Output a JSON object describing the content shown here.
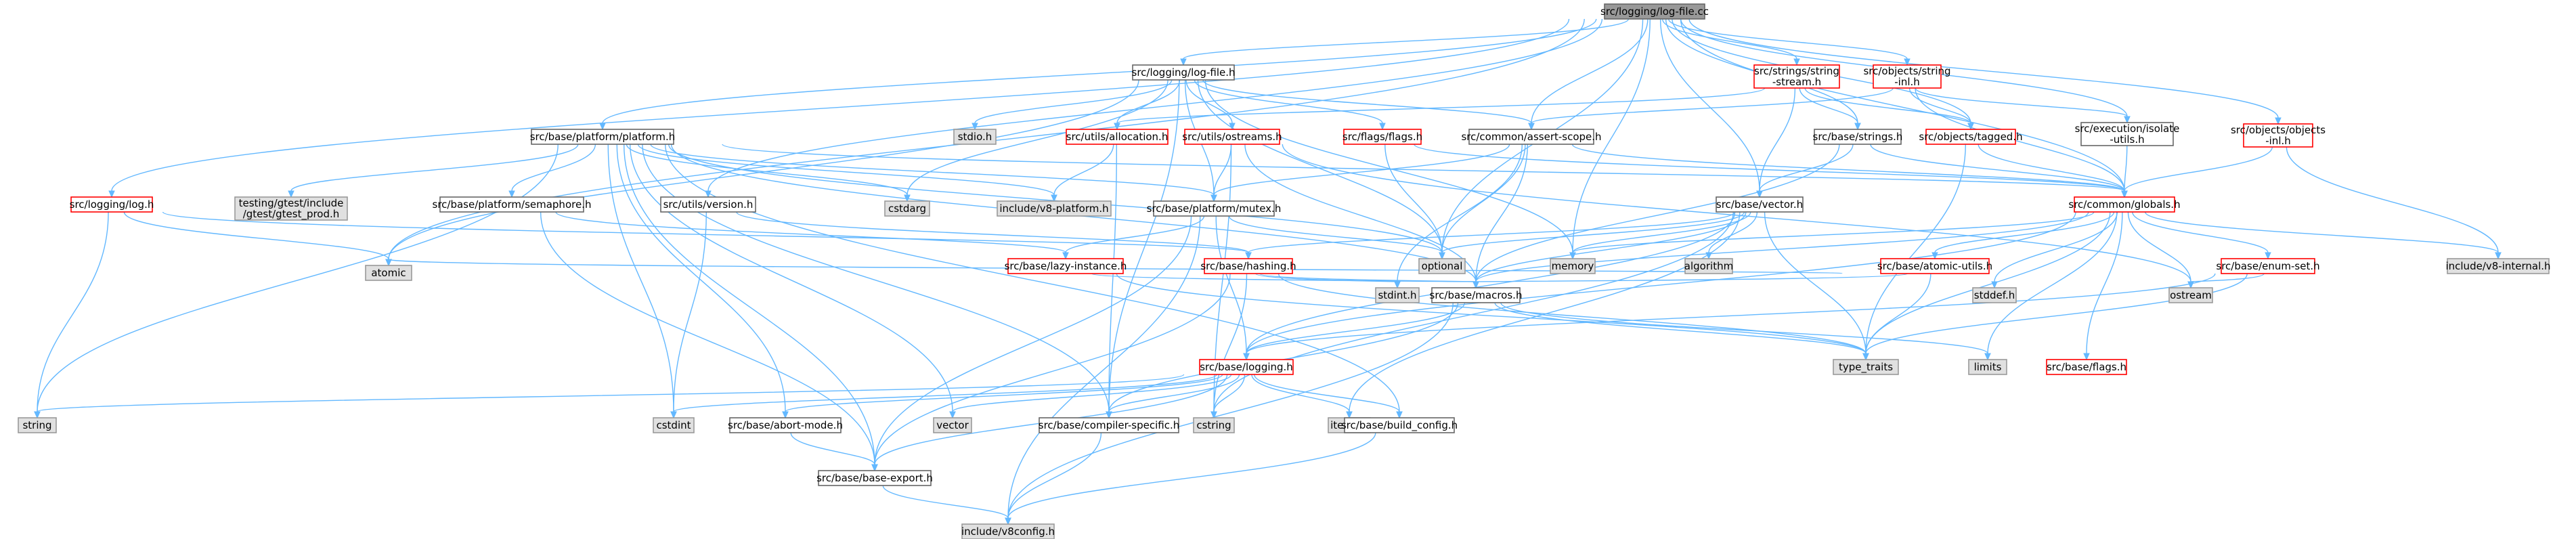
{
  "graph": {
    "kind": "include dependency graph",
    "colors": {
      "root_fill": "#999999",
      "root_border": "#666666",
      "node_fill": "#ffffff",
      "node_border": "#666666",
      "red_border": "#ff0000",
      "system_fill": "#e0e0e0",
      "system_border": "#999999",
      "edge": "#63b8ff"
    },
    "nodes": [
      {
        "id": "root",
        "lines": [
          "src/logging/log-file.cc"
        ],
        "style": "root"
      },
      {
        "id": "logfile_h",
        "lines": [
          "src/logging/log-file.h"
        ],
        "style": "normal"
      },
      {
        "id": "string_stream",
        "lines": [
          "src/strings/string",
          "-stream.h"
        ],
        "style": "red"
      },
      {
        "id": "objects_string_inl",
        "lines": [
          "src/objects/string",
          "-inl.h"
        ],
        "style": "red"
      },
      {
        "id": "objects_inl",
        "lines": [
          "src/objects/objects",
          "-inl.h"
        ],
        "style": "red"
      },
      {
        "id": "platform_h",
        "lines": [
          "src/base/platform/platform.h"
        ],
        "style": "normal"
      },
      {
        "id": "logging_log",
        "lines": [
          "src/logging/log.h"
        ],
        "style": "red"
      },
      {
        "id": "gtest_prod",
        "lines": [
          "testing/gtest/include",
          "/gtest/gtest_prod.h"
        ],
        "style": "system"
      },
      {
        "id": "semaphore",
        "lines": [
          "src/base/platform/semaphore.h"
        ],
        "style": "normal"
      },
      {
        "id": "utils_version",
        "lines": [
          "src/utils/version.h"
        ],
        "style": "normal"
      },
      {
        "id": "stdio",
        "lines": [
          "stdio.h"
        ],
        "style": "system"
      },
      {
        "id": "cstdarg",
        "lines": [
          "cstdarg"
        ],
        "style": "system"
      },
      {
        "id": "utils_allocation",
        "lines": [
          "src/utils/allocation.h"
        ],
        "style": "red"
      },
      {
        "id": "utils_ostreams",
        "lines": [
          "src/utils/ostreams.h"
        ],
        "style": "red"
      },
      {
        "id": "flags_flags",
        "lines": [
          "src/flags/flags.h"
        ],
        "style": "red"
      },
      {
        "id": "assert_scope",
        "lines": [
          "src/common/assert-scope.h"
        ],
        "style": "normal"
      },
      {
        "id": "base_strings",
        "lines": [
          "src/base/strings.h"
        ],
        "style": "normal"
      },
      {
        "id": "objects_tagged",
        "lines": [
          "src/objects/tagged.h"
        ],
        "style": "red"
      },
      {
        "id": "execution_isolate_utils",
        "lines": [
          "src/execution/isolate",
          "-utils.h"
        ],
        "style": "normal"
      },
      {
        "id": "v8_platform",
        "lines": [
          "include/v8-platform.h"
        ],
        "style": "system"
      },
      {
        "id": "platform_mutex",
        "lines": [
          "src/base/platform/mutex.h"
        ],
        "style": "normal"
      },
      {
        "id": "base_vector",
        "lines": [
          "src/base/vector.h"
        ],
        "style": "normal"
      },
      {
        "id": "common_globals",
        "lines": [
          "src/common/globals.h"
        ],
        "style": "red"
      },
      {
        "id": "algorithm",
        "lines": [
          "algorithm"
        ],
        "style": "system"
      },
      {
        "id": "optional",
        "lines": [
          "optional"
        ],
        "style": "system"
      },
      {
        "id": "memory",
        "lines": [
          "memory"
        ],
        "style": "system"
      },
      {
        "id": "lazy_instance",
        "lines": [
          "src/base/lazy-instance.h"
        ],
        "style": "red"
      },
      {
        "id": "base_hashing",
        "lines": [
          "src/base/hashing.h"
        ],
        "style": "red"
      },
      {
        "id": "atomic_utils",
        "lines": [
          "src/base/atomic-utils.h"
        ],
        "style": "red"
      },
      {
        "id": "enum_set",
        "lines": [
          "src/base/enum-set.h"
        ],
        "style": "red"
      },
      {
        "id": "v8_internal",
        "lines": [
          "include/v8-internal.h"
        ],
        "style": "system"
      },
      {
        "id": "atomic",
        "lines": [
          "atomic"
        ],
        "style": "system"
      },
      {
        "id": "stdint_h",
        "lines": [
          "stdint.h"
        ],
        "style": "system"
      },
      {
        "id": "base_macros",
        "lines": [
          "src/base/macros.h"
        ],
        "style": "normal"
      },
      {
        "id": "stddef_h",
        "lines": [
          "stddef.h"
        ],
        "style": "system"
      },
      {
        "id": "ostream",
        "lines": [
          "ostream"
        ],
        "style": "system"
      },
      {
        "id": "type_traits",
        "lines": [
          "type_traits"
        ],
        "style": "system"
      },
      {
        "id": "limits",
        "lines": [
          "limits"
        ],
        "style": "system"
      },
      {
        "id": "base_flags",
        "lines": [
          "src/base/flags.h"
        ],
        "style": "red"
      },
      {
        "id": "string_node",
        "lines": [
          "string"
        ],
        "style": "system"
      },
      {
        "id": "cstdint",
        "lines": [
          "cstdint"
        ],
        "style": "system"
      },
      {
        "id": "base_logging",
        "lines": [
          "src/base/logging.h"
        ],
        "style": "red"
      },
      {
        "id": "abort_mode",
        "lines": [
          "src/base/abort-mode.h"
        ],
        "style": "normal"
      },
      {
        "id": "vector_node",
        "lines": [
          "vector"
        ],
        "style": "system"
      },
      {
        "id": "compiler_specific",
        "lines": [
          "src/base/compiler-specific.h"
        ],
        "style": "normal"
      },
      {
        "id": "cstring",
        "lines": [
          "cstring"
        ],
        "style": "system"
      },
      {
        "id": "iterator",
        "lines": [
          "iterator"
        ],
        "style": "system"
      },
      {
        "id": "build_config",
        "lines": [
          "src/base/build_config.h"
        ],
        "style": "normal"
      },
      {
        "id": "base_export",
        "lines": [
          "src/base/base-export.h"
        ],
        "style": "normal"
      },
      {
        "id": "v8config",
        "lines": [
          "include/v8config.h"
        ],
        "style": "system"
      }
    ],
    "edges": [
      [
        "root",
        "logfile_h"
      ],
      [
        "root",
        "string_stream"
      ],
      [
        "root",
        "objects_string_inl"
      ],
      [
        "root",
        "objects_inl"
      ],
      [
        "root",
        "platform_h"
      ],
      [
        "root",
        "logging_log"
      ],
      [
        "root",
        "utils_version"
      ],
      [
        "root",
        "assert_scope"
      ],
      [
        "root",
        "base_strings"
      ],
      [
        "root",
        "objects_tagged"
      ],
      [
        "root",
        "execution_isolate_utils"
      ],
      [
        "root",
        "common_globals"
      ],
      [
        "root",
        "base_vector"
      ],
      [
        "root",
        "optional"
      ],
      [
        "root",
        "memory"
      ],
      [
        "root",
        "atomic"
      ],
      [
        "logfile_h",
        "stdio"
      ],
      [
        "logfile_h",
        "cstdarg"
      ],
      [
        "logfile_h",
        "utils_allocation"
      ],
      [
        "logfile_h",
        "utils_ostreams"
      ],
      [
        "logfile_h",
        "flags_flags"
      ],
      [
        "logfile_h",
        "assert_scope"
      ],
      [
        "logfile_h",
        "platform_mutex"
      ],
      [
        "logfile_h",
        "optional"
      ],
      [
        "logfile_h",
        "memory"
      ],
      [
        "logfile_h",
        "atomic"
      ],
      [
        "logfile_h",
        "compiler_specific"
      ],
      [
        "string_stream",
        "utils_allocation"
      ],
      [
        "string_stream",
        "base_strings"
      ],
      [
        "string_stream",
        "base_vector"
      ],
      [
        "string_stream",
        "objects_tagged"
      ],
      [
        "objects_string_inl",
        "assert_scope"
      ],
      [
        "objects_string_inl",
        "objects_tagged"
      ],
      [
        "objects_string_inl",
        "common_globals"
      ],
      [
        "objects_string_inl",
        "execution_isolate_utils"
      ],
      [
        "objects_inl",
        "common_globals"
      ],
      [
        "objects_inl",
        "v8_internal"
      ],
      [
        "platform_h",
        "gtest_prod"
      ],
      [
        "platform_h",
        "semaphore"
      ],
      [
        "platform_h",
        "platform_mutex"
      ],
      [
        "platform_h",
        "cstdarg"
      ],
      [
        "platform_h",
        "v8_platform"
      ],
      [
        "platform_h",
        "optional"
      ],
      [
        "platform_h",
        "string_node"
      ],
      [
        "platform_h",
        "cstdint"
      ],
      [
        "platform_h",
        "vector_node"
      ],
      [
        "platform_h",
        "abort_mode"
      ],
      [
        "platform_h",
        "compiler_specific"
      ],
      [
        "platform_h",
        "base_export"
      ],
      [
        "platform_h",
        "base_macros"
      ],
      [
        "platform_h",
        "build_config"
      ],
      [
        "platform_h",
        "common_globals"
      ],
      [
        "logging_log",
        "atomic"
      ],
      [
        "logging_log",
        "string_node"
      ],
      [
        "logging_log",
        "base_hashing"
      ],
      [
        "semaphore",
        "lazy_instance"
      ],
      [
        "semaphore",
        "base_export"
      ],
      [
        "utils_version",
        "cstdint"
      ],
      [
        "utils_version",
        "base_hashing"
      ],
      [
        "utils_allocation",
        "v8_platform"
      ],
      [
        "utils_allocation",
        "compiler_specific"
      ],
      [
        "utils_ostreams",
        "platform_mutex"
      ],
      [
        "utils_ostreams",
        "base_macros"
      ],
      [
        "utils_ostreams",
        "cstring"
      ],
      [
        "utils_ostreams",
        "ostream"
      ],
      [
        "flags_flags",
        "optional"
      ],
      [
        "flags_flags",
        "common_globals"
      ],
      [
        "assert_scope",
        "optional"
      ],
      [
        "assert_scope",
        "base_macros"
      ],
      [
        "assert_scope",
        "stdint_h"
      ],
      [
        "assert_scope",
        "platform_mutex"
      ],
      [
        "assert_scope",
        "common_globals"
      ],
      [
        "base_strings",
        "base_vector"
      ],
      [
        "base_strings",
        "base_macros"
      ],
      [
        "base_strings",
        "common_globals"
      ],
      [
        "objects_tagged",
        "common_globals"
      ],
      [
        "objects_tagged",
        "type_traits"
      ],
      [
        "execution_isolate_utils",
        "common_globals"
      ],
      [
        "platform_mutex",
        "optional"
      ],
      [
        "platform_mutex",
        "lazy_instance"
      ],
      [
        "platform_mutex",
        "base_logging"
      ],
      [
        "platform_mutex",
        "base_export"
      ],
      [
        "platform_mutex",
        "v8config"
      ],
      [
        "base_vector",
        "algorithm"
      ],
      [
        "base_vector",
        "optional"
      ],
      [
        "base_vector",
        "memory"
      ],
      [
        "base_vector",
        "type_traits"
      ],
      [
        "base_vector",
        "base_hashing"
      ],
      [
        "base_vector",
        "base_logging"
      ],
      [
        "base_vector",
        "base_macros"
      ],
      [
        "base_vector",
        "iterator"
      ],
      [
        "base_vector",
        "cstring"
      ],
      [
        "common_globals",
        "atomic_utils"
      ],
      [
        "common_globals",
        "enum_set"
      ],
      [
        "common_globals",
        "v8_internal"
      ],
      [
        "common_globals",
        "ostream"
      ],
      [
        "common_globals",
        "stddef_h"
      ],
      [
        "common_globals",
        "limits"
      ],
      [
        "common_globals",
        "base_flags"
      ],
      [
        "common_globals",
        "type_traits"
      ],
      [
        "common_globals",
        "base_logging"
      ],
      [
        "common_globals",
        "base_macros"
      ],
      [
        "common_globals",
        "memory"
      ],
      [
        "lazy_instance",
        "base_macros"
      ],
      [
        "lazy_instance",
        "type_traits"
      ],
      [
        "base_hashing",
        "stdint_h"
      ],
      [
        "base_hashing",
        "cstring"
      ],
      [
        "base_hashing",
        "base_macros"
      ],
      [
        "base_hashing",
        "type_traits"
      ],
      [
        "base_hashing",
        "base_export"
      ],
      [
        "atomic_utils",
        "atomic"
      ],
      [
        "atomic_utils",
        "base_macros"
      ],
      [
        "atomic_utils",
        "type_traits"
      ],
      [
        "enum_set",
        "ostream"
      ],
      [
        "enum_set",
        "base_logging"
      ],
      [
        "enum_set",
        "type_traits"
      ],
      [
        "base_macros",
        "base_logging"
      ],
      [
        "base_macros",
        "compiler_specific"
      ],
      [
        "base_macros",
        "limits"
      ],
      [
        "base_macros",
        "type_traits"
      ],
      [
        "base_macros",
        "v8config"
      ],
      [
        "base_logging",
        "string_node"
      ],
      [
        "base_logging",
        "cstdint"
      ],
      [
        "base_logging",
        "abort_mode"
      ],
      [
        "base_logging",
        "vector_node"
      ],
      [
        "base_logging",
        "compiler_specific"
      ],
      [
        "base_logging",
        "cstring"
      ],
      [
        "base_logging",
        "iterator"
      ],
      [
        "base_logging",
        "build_config"
      ],
      [
        "base_logging",
        "base_export"
      ],
      [
        "abort_mode",
        "base_export"
      ],
      [
        "compiler_specific",
        "v8config"
      ],
      [
        "build_config",
        "v8config"
      ],
      [
        "base_export",
        "v8config"
      ]
    ]
  }
}
